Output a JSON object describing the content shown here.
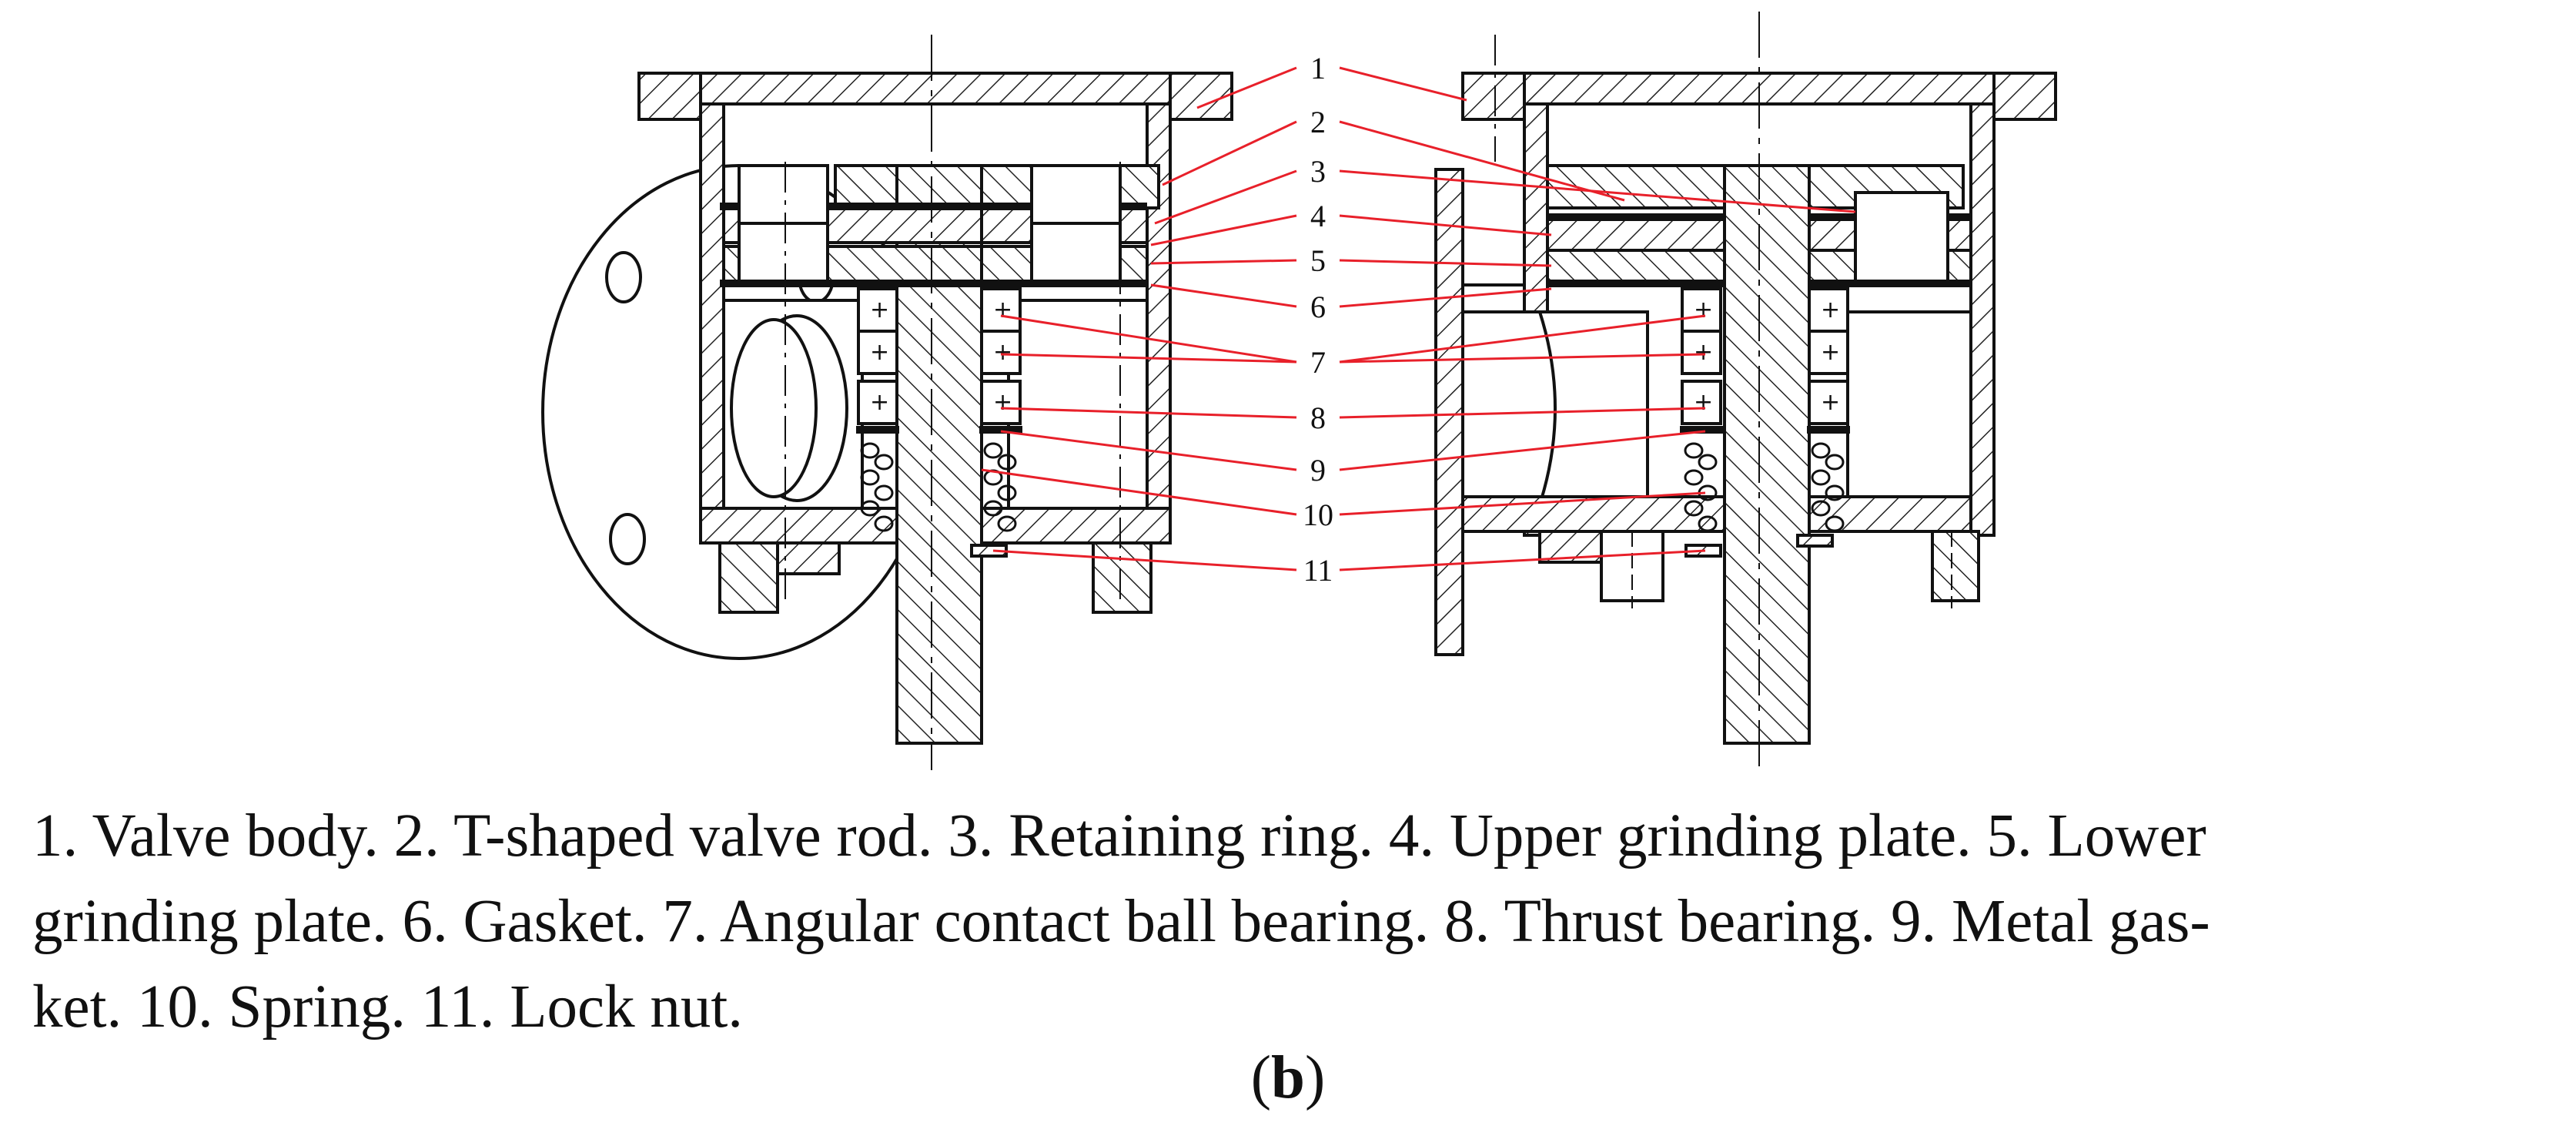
{
  "figure": {
    "callouts": [
      "1",
      "2",
      "3",
      "4",
      "5",
      "6",
      "7",
      "8",
      "9",
      "10",
      "11"
    ],
    "caption_lines": [
      "1. Valve body. 2. T-shaped valve rod. 3. Retaining ring. 4. Upper grinding plate. 5. Lower",
      "grinding plate. 6. Gasket. 7. Angular contact ball bearing. 8. Thrust bearing. 9. Metal gas-",
      "ket. 10. Spring. 11. Lock nut."
    ],
    "subfigure_label": "b",
    "leader_color": "#e8202a"
  }
}
